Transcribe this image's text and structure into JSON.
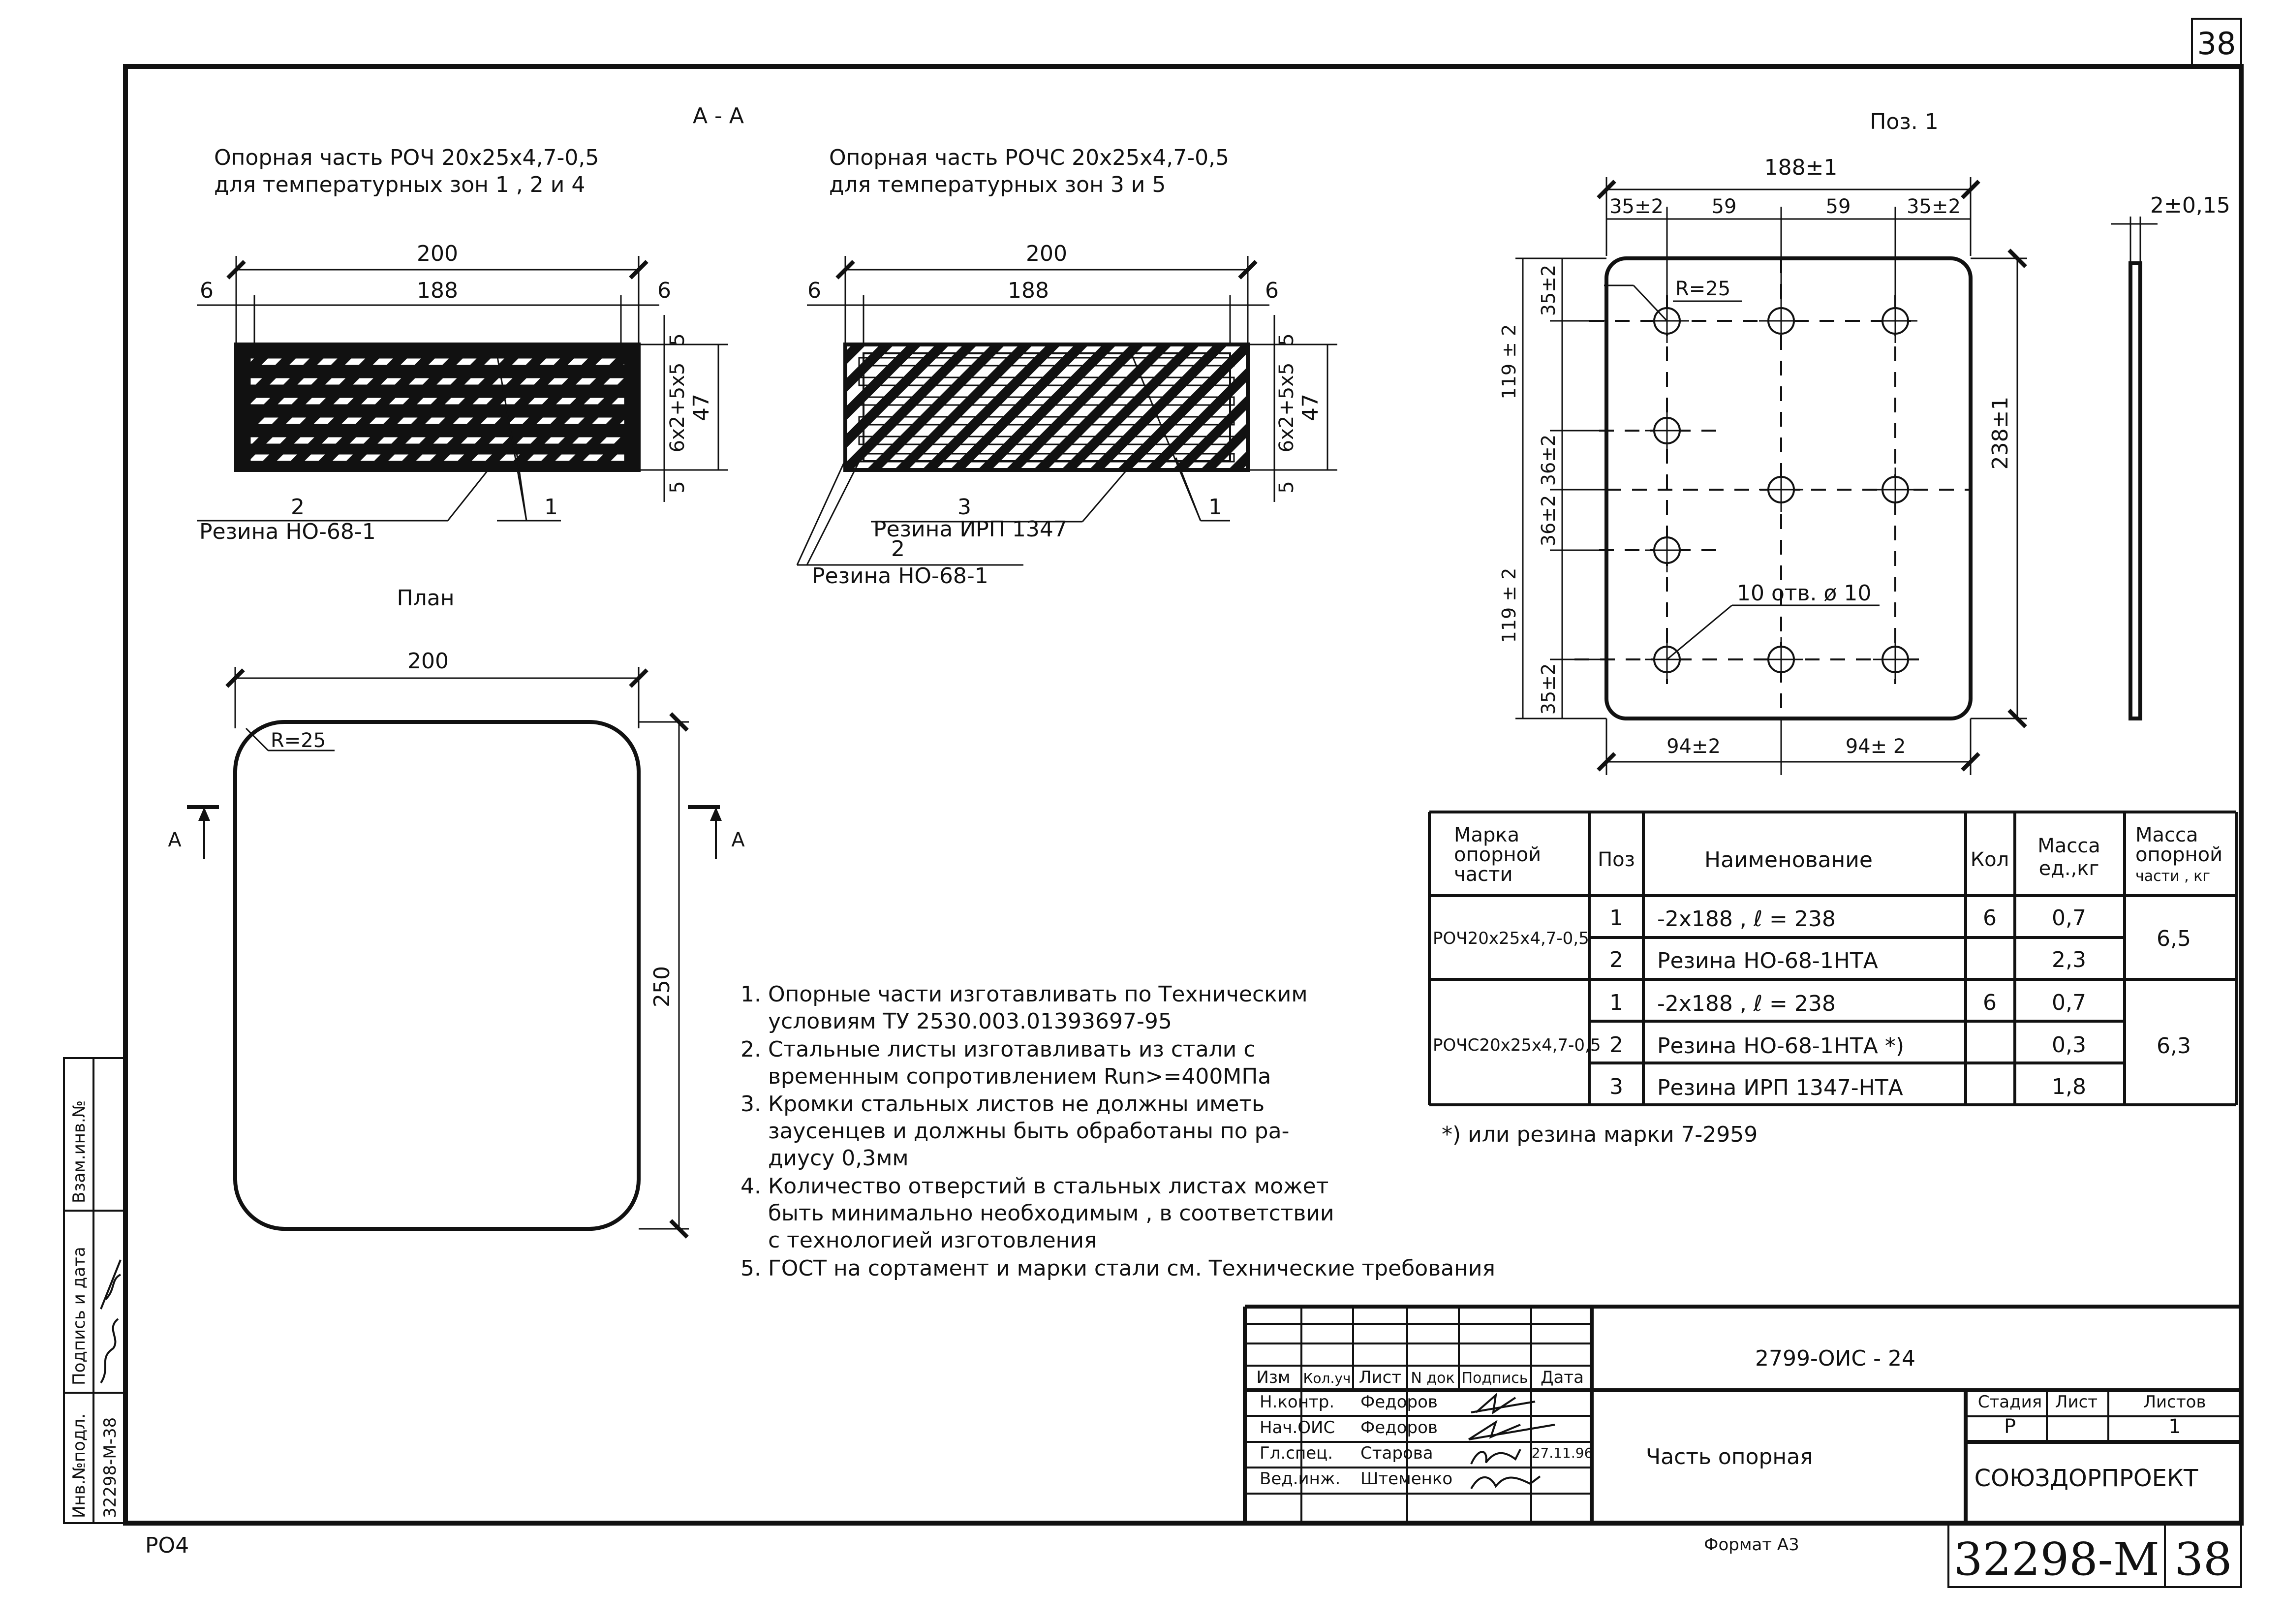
{
  "sheet_number_top": "38",
  "section_label": "А - А",
  "left_section": {
    "title_line1": "Опорная часть  РОЧ 20х25х4,7-0,5",
    "title_line2": "для температурных зон 1 , 2 и 4",
    "dims": {
      "overall": "200",
      "inner": "188",
      "side_left": "6",
      "side_right": "6",
      "top": "5",
      "layers": "6х2+5х5",
      "height": "47",
      "bottom": "5"
    },
    "pos_main": "2",
    "pos_steel": "1",
    "material": "Резина НО-68-1"
  },
  "right_section": {
    "title_line1": "Опорная часть  РОЧС 20х25х4,7-0,5",
    "title_line2": "для температурных зон 3 и 5",
    "dims": {
      "overall": "200",
      "inner": "188",
      "side_left": "6",
      "side_right": "6",
      "top": "5",
      "layers": "6х2+5х5",
      "height": "47",
      "bottom": "5"
    },
    "pos_inner": "3",
    "material_inner": "Резина ИРП 1347",
    "pos_outer": "2",
    "material_outer": "Резина НО-68-1",
    "pos_steel": "1"
  },
  "plan": {
    "title": "План",
    "width": "200",
    "height": "250",
    "radius": "R=25",
    "cut_left": "А",
    "cut_right": "А"
  },
  "pos1": {
    "title": "Поз. 1",
    "overall_width": "188±1",
    "col_dims": [
      "35±2",
      "59",
      "59",
      "35±2"
    ],
    "thickness": "2±0,15",
    "radius": "R=25",
    "height": "238±1",
    "row_dims": [
      "35±2",
      "119 ± 2",
      "36±2",
      "36±2",
      "119 ± 2",
      "35±2"
    ],
    "holes": "10  отв. ø 10",
    "bottom_dims": [
      "94±2",
      "94± 2"
    ]
  },
  "spec_table": {
    "headers": {
      "mark": [
        "Марка",
        "опорной",
        "части"
      ],
      "pos": "Поз",
      "name": "Наименование",
      "qty": "Кол",
      "mass_unit": [
        "Масса",
        "ед.,кг"
      ],
      "mass_total": [
        "Масса",
        "опорной",
        "части , кг"
      ]
    },
    "groups": [
      {
        "mark": "РОЧ20х25х4,7-0,5",
        "total": "6,5",
        "rows": [
          {
            "pos": "1",
            "name": "-2х188 ,  ℓ = 238",
            "qty": "6",
            "mass": "0,7"
          },
          {
            "pos": "2",
            "name": "Резина НО-68-1НТА",
            "qty": "",
            "mass": "2,3"
          }
        ]
      },
      {
        "mark": "РОЧС20х25х4,7-0,5",
        "total": "6,3",
        "rows": [
          {
            "pos": "1",
            "name": "-2х188 ,  ℓ = 238",
            "qty": "6",
            "mass": "0,7"
          },
          {
            "pos": "2",
            "name": "Резина НО-68-1НТА  *)",
            "qty": "",
            "mass": "0,3"
          },
          {
            "pos": "3",
            "name": "Резина ИРП 1347-НТА",
            "qty": "",
            "mass": "1,8"
          }
        ]
      }
    ],
    "footnote": "*) или резина марки 7-2959"
  },
  "notes": [
    "1. Опорные части изготавливать по Техническим",
    "    условиям ТУ 2530.003.01393697-95",
    "2. Стальные листы изготавливать из стали с",
    "    временным сопротивлением Run>=400МПа",
    "3. Кромки стальных листов не должны иметь",
    "    заусенцев и должны быть обработаны по ра-",
    "    диусу 0,3мм",
    "4. Количество отверстий в стальных листах может",
    "    быть минимально необходимым , в соответствии",
    "    с технологией изготовления",
    "5. ГОСТ на сортамент и марки стали см. Технические требования"
  ],
  "side_stamp": {
    "inv_podl": "Инв.№подл.",
    "inv_value": "32298-М-38",
    "podpis": "Подпись и дата",
    "zam": "Взам.инв.№"
  },
  "title_block": {
    "code": "2799-ОИС  - 24",
    "cols": [
      "Изм",
      "Кол.уч",
      "Лист",
      "N док",
      "Подпись",
      "Дата"
    ],
    "roles": [
      {
        "role": "Н.контр.",
        "name": "Федоров",
        "date": ""
      },
      {
        "role": "Нач.ОИС",
        "name": "Федоров",
        "date": ""
      },
      {
        "role": "Гл.спец.",
        "name": "Старова",
        "date": "27.11.96"
      },
      {
        "role": "Вед.инж.",
        "name": "Штеменко",
        "date": ""
      }
    ],
    "item_name": "Часть опорная",
    "stage_label": "Стадия",
    "sheet_label": "Лист",
    "sheets_label": "Листов",
    "stage": "Р",
    "sheets": "1",
    "org": "СОЮЗДОРПРОЕКТ",
    "format": "Формат А3",
    "drawing_no": "32298-М",
    "sheet_no": "38",
    "corner_left": "РО4"
  }
}
